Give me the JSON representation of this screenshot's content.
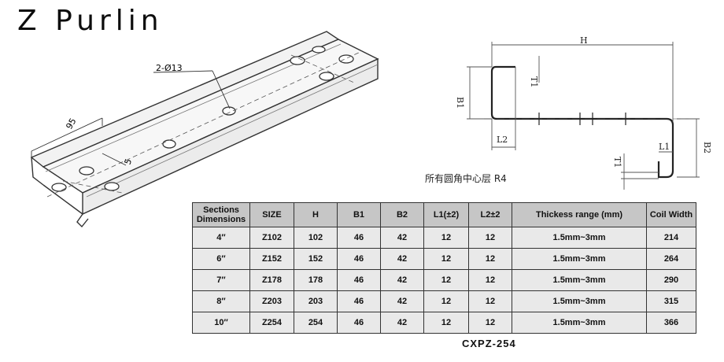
{
  "title": "Z Purlin",
  "drawing_labels": {
    "hole_spec": "2-Ø13",
    "dim_95": "95",
    "dim_5": "5",
    "H": "H",
    "B1": "B1",
    "B2": "B2",
    "T1": "T1",
    "L1": "L1",
    "L2": "L2"
  },
  "note": "所有圆角中心层 R4",
  "table": {
    "headers": [
      "Sections Dimensions",
      "SIZE",
      "H",
      "B1",
      "B2",
      "L1(±2)",
      "L2±2",
      "Thickess range (mm)",
      "Coil Width"
    ],
    "rows": [
      [
        "4″",
        "Z102",
        "102",
        "46",
        "42",
        "12",
        "12",
        "1.5mm~3mm",
        "214"
      ],
      [
        "6″",
        "Z152",
        "152",
        "46",
        "42",
        "12",
        "12",
        "1.5mm~3mm",
        "264"
      ],
      [
        "7″",
        "Z178",
        "178",
        "46",
        "42",
        "12",
        "12",
        "1.5mm~3mm",
        "290"
      ],
      [
        "8″",
        "Z203",
        "203",
        "46",
        "42",
        "12",
        "12",
        "1.5mm~3mm",
        "315"
      ],
      [
        "10″",
        "Z254",
        "254",
        "46",
        "42",
        "12",
        "12",
        "1.5mm~3mm",
        "366"
      ]
    ]
  },
  "caption": "CXPZ-254"
}
